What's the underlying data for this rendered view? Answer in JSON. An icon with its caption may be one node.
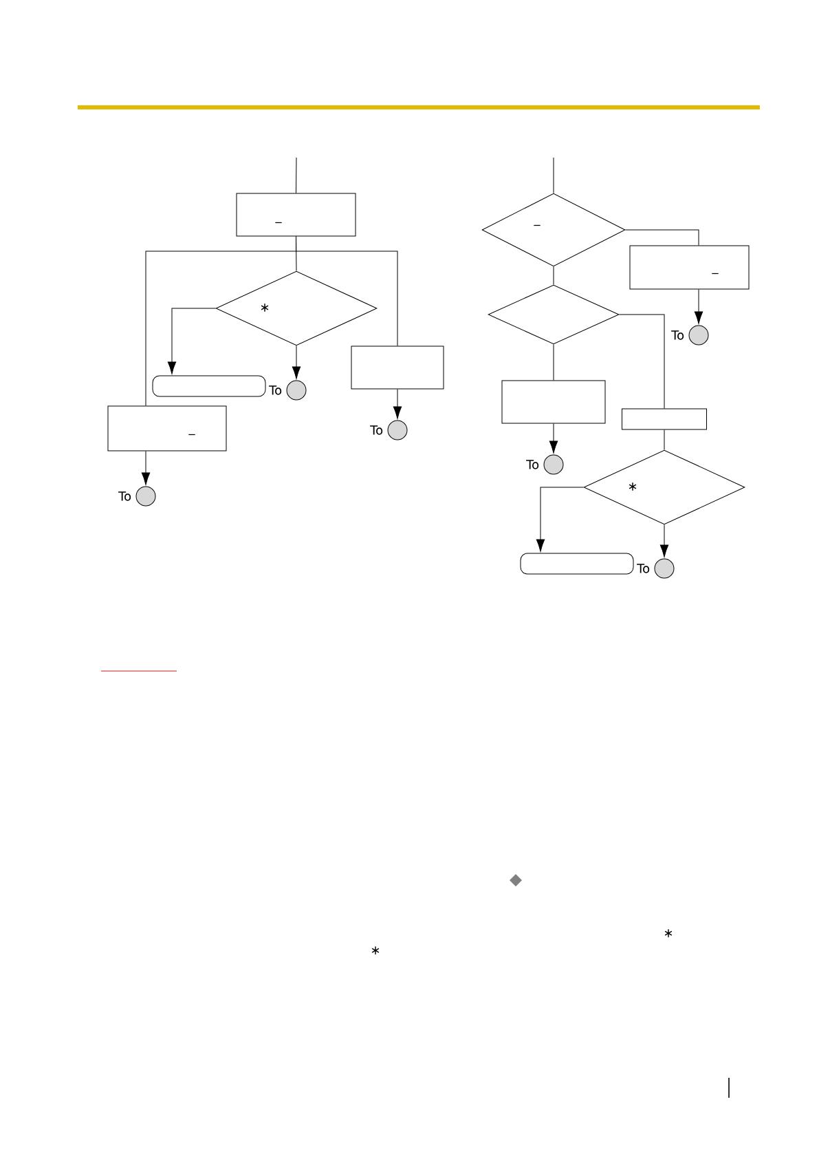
{
  "diagram": {
    "nodes": [
      {
        "text": [
          "_"
        ]
      },
      {
        "text": [
          "∗"
        ]
      },
      {
        "text": [],
        "shape": "box"
      },
      {
        "text": [],
        "shape": "circle",
        "beside": [
          "To"
        ]
      },
      {
        "text": [],
        "shape": "box"
      },
      {
        "text": [],
        "shape": "circle",
        "beside": [
          "To"
        ]
      },
      {
        "text": [
          "_"
        ]
      },
      {
        "text": [],
        "shape": "circle",
        "beside": [
          "To"
        ]
      },
      {
        "text": [
          "_"
        ]
      },
      {
        "text": [
          "_"
        ]
      },
      {
        "text": [],
        "shape": "circle",
        "beside": [
          "To"
        ]
      },
      {
        "text": [],
        "shape": "diamond"
      },
      {
        "text": [],
        "shape": "box"
      },
      {
        "text": [],
        "shape": "circle",
        "beside": [
          "To"
        ]
      },
      {
        "text": [],
        "shape": "box"
      },
      {
        "text": [
          "∗"
        ]
      },
      {
        "text": [],
        "shape": "box"
      },
      {
        "text": [],
        "shape": "circle",
        "beside": [
          "To"
        ]
      }
    ],
    "edges": [
      {
        "from": null,
        "to": 0,
        "arrow": "none"
      },
      {
        "from": 0,
        "to": 1,
        "arrow": "none"
      },
      {
        "from": 0,
        "to": 4,
        "arrow": "none"
      },
      {
        "from": 0,
        "to": 6,
        "arrow": "none"
      },
      {
        "from": 1,
        "to": 2,
        "arrow": "to"
      },
      {
        "from": 1,
        "to": 3,
        "arrow": "to"
      },
      {
        "from": 4,
        "to": 5,
        "arrow": "to"
      },
      {
        "from": 6,
        "to": 7,
        "arrow": "to"
      },
      {
        "from": null,
        "to": 8,
        "arrow": "none"
      },
      {
        "from": 8,
        "to": 9,
        "arrow": "none"
      },
      {
        "from": 9,
        "to": 10,
        "arrow": "to"
      },
      {
        "from": 8,
        "to": 11,
        "arrow": "none"
      },
      {
        "from": 11,
        "to": 12,
        "arrow": "none"
      },
      {
        "from": 12,
        "to": 13,
        "arrow": "to"
      },
      {
        "from": 11,
        "to": 14,
        "arrow": "none"
      },
      {
        "from": 14,
        "to": 15,
        "arrow": "none"
      },
      {
        "from": 15,
        "to": 16,
        "arrow": "to"
      },
      {
        "from": 15,
        "to": 17,
        "arrow": "to"
      }
    ],
    "labels": [
      "∗",
      "∗"
    ]
  }
}
